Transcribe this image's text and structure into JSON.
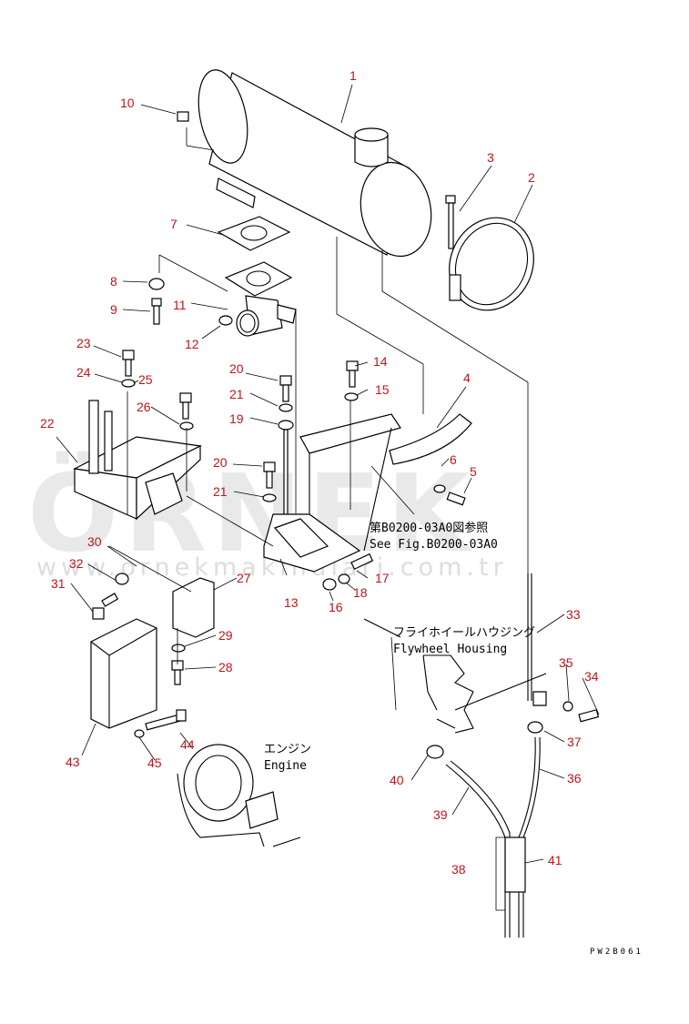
{
  "watermark": {
    "brand": "ÖRNEK",
    "url": "www.ornekmakinalari.com.tr"
  },
  "notes": {
    "ref_jp": "第B0200-03A0図参照",
    "ref_en": "See Fig.B0200-03A0",
    "flywheel_jp": "フライホイールハウジング",
    "flywheel_en": "Flywheel Housing",
    "engine_jp": "エンジン",
    "engine_en": "Engine"
  },
  "drawing_code": "PW2B061",
  "callouts": [
    "1",
    "2",
    "3",
    "4",
    "5",
    "6",
    "7",
    "8",
    "9",
    "10",
    "11",
    "12",
    "13",
    "14",
    "15",
    "16",
    "17",
    "18",
    "19",
    "20",
    "20",
    "21",
    "21",
    "22",
    "23",
    "24",
    "25",
    "26",
    "27",
    "28",
    "29",
    "30",
    "31",
    "32",
    "33",
    "34",
    "35",
    "36",
    "37",
    "38",
    "39",
    "40",
    "41",
    "43",
    "44",
    "45"
  ],
  "colors": {
    "callout": "#c0141b",
    "line": "#000000",
    "watermark": "#d8d8d8"
  }
}
